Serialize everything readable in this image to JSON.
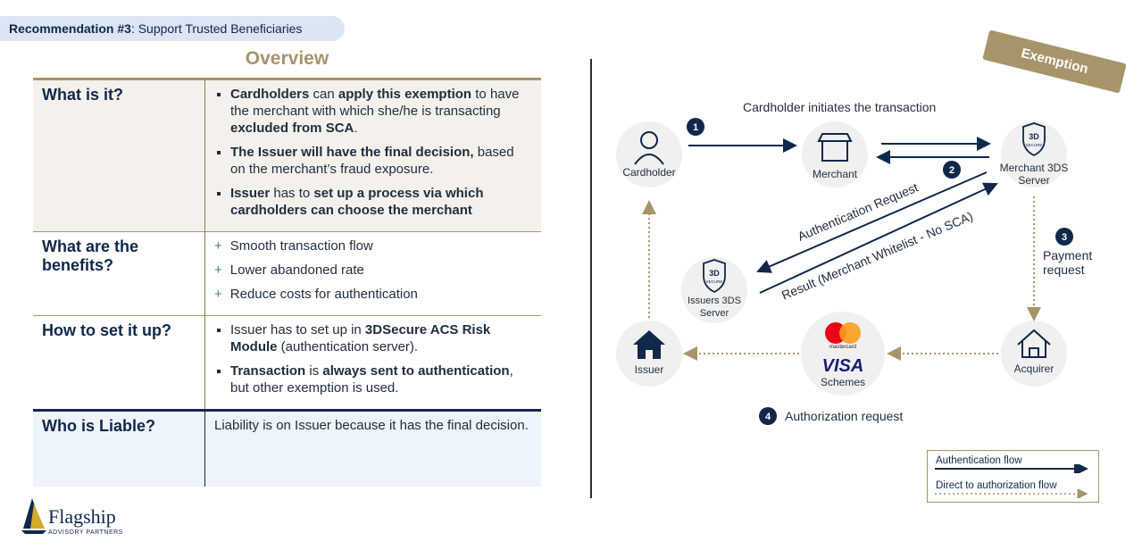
{
  "header": {
    "tag_bold": "Recommendation #3",
    "tag_rest": ": Support Trusted Beneficiaries",
    "overview": "Overview",
    "exemption": "Exemption"
  },
  "table": {
    "r1": {
      "key": "What is it?",
      "b1": [
        "Cardholders",
        " can ",
        "apply this exemption",
        " to have the merchant with which she/he is transacting ",
        "excluded from SCA",
        "."
      ],
      "b2": [
        "The Issuer will have the final decision,",
        " based on the merchant’s fraud exposure."
      ],
      "b3": [
        "Issuer",
        " has to ",
        "set up a process via which cardholders can choose the merchant"
      ]
    },
    "r2": {
      "key": "What are the benefits?",
      "items": [
        "Smooth transaction flow",
        "Lower abandoned rate",
        "Reduce costs for authentication"
      ]
    },
    "r3": {
      "key": "How to set it up?",
      "b1": [
        "Issuer has to set up in ",
        "3DSecure ACS Risk Module",
        " (authentication server)."
      ],
      "b2": [
        "Transaction",
        " is ",
        "always sent to authentication",
        ", but other exemption is used."
      ]
    },
    "r4": {
      "key": "Who is Liable?",
      "value": "Liability is on Issuer because it has the final decision."
    }
  },
  "logo": {
    "name": "Flagship",
    "sub": "ADVISORY PARTNERS"
  },
  "diagram": {
    "top_label": "Cardholder initiates the transaction",
    "nodes": {
      "cardholder": "Cardholder",
      "merchant": "Merchant",
      "merchant3ds": "Merchant 3DS Server",
      "issuers3ds": "Issuers 3DS Server",
      "issuer": "Issuer",
      "schemes": "Schemes",
      "acquirer": "Acquirer"
    },
    "steps": [
      "1",
      "2",
      "3",
      "4"
    ],
    "auth_request": "Authentication Request",
    "result": "Result (Merchant Whitelist - No SCA)",
    "payment_request": "Payment request",
    "authorization_request": "Authorization request",
    "badge_3d": "3D",
    "badge_secure": "SECURE",
    "mastercard": "mastercard",
    "visa": "VISA"
  },
  "legend": {
    "auth_flow": "Authentication flow",
    "direct_flow": "Direct to authorization flow"
  },
  "colors": {
    "navy": "#10284a",
    "gold": "#a8946a",
    "circle": "#f0f0f0"
  }
}
